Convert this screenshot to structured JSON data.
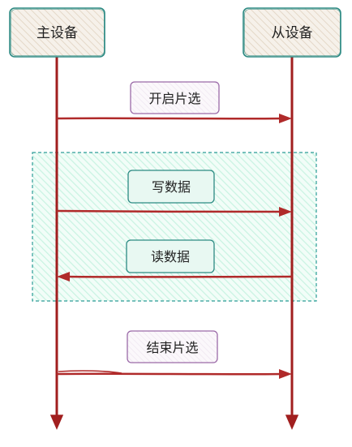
{
  "participants": [
    {
      "id": "master",
      "label": "主设备"
    },
    {
      "id": "slave",
      "label": "从设备"
    }
  ],
  "messages": [
    {
      "id": "chip-select-start",
      "label": "开启片选",
      "from": "master",
      "to": "slave"
    },
    {
      "id": "write-data",
      "label": "写数据",
      "from": "master",
      "to": "slave"
    },
    {
      "id": "read-data",
      "label": "读数据",
      "from": "slave",
      "to": "master"
    },
    {
      "id": "chip-select-end",
      "label": "结束片选",
      "from": "master",
      "to": "slave"
    }
  ],
  "colors": {
    "participant_stroke": "#2c8a83",
    "participant_fill": "#efe6dc",
    "lifeline": "#a11f1f",
    "message_arrow": "#b02a2a",
    "label_purple": "#9b6aa8",
    "label_teal": "#2c8a83",
    "label_purple_fill": "#f8f1f8",
    "label_teal_fill": "#e8f8f2",
    "loop_stroke": "#2c9c97",
    "loop_fill": "#dffaf0"
  }
}
